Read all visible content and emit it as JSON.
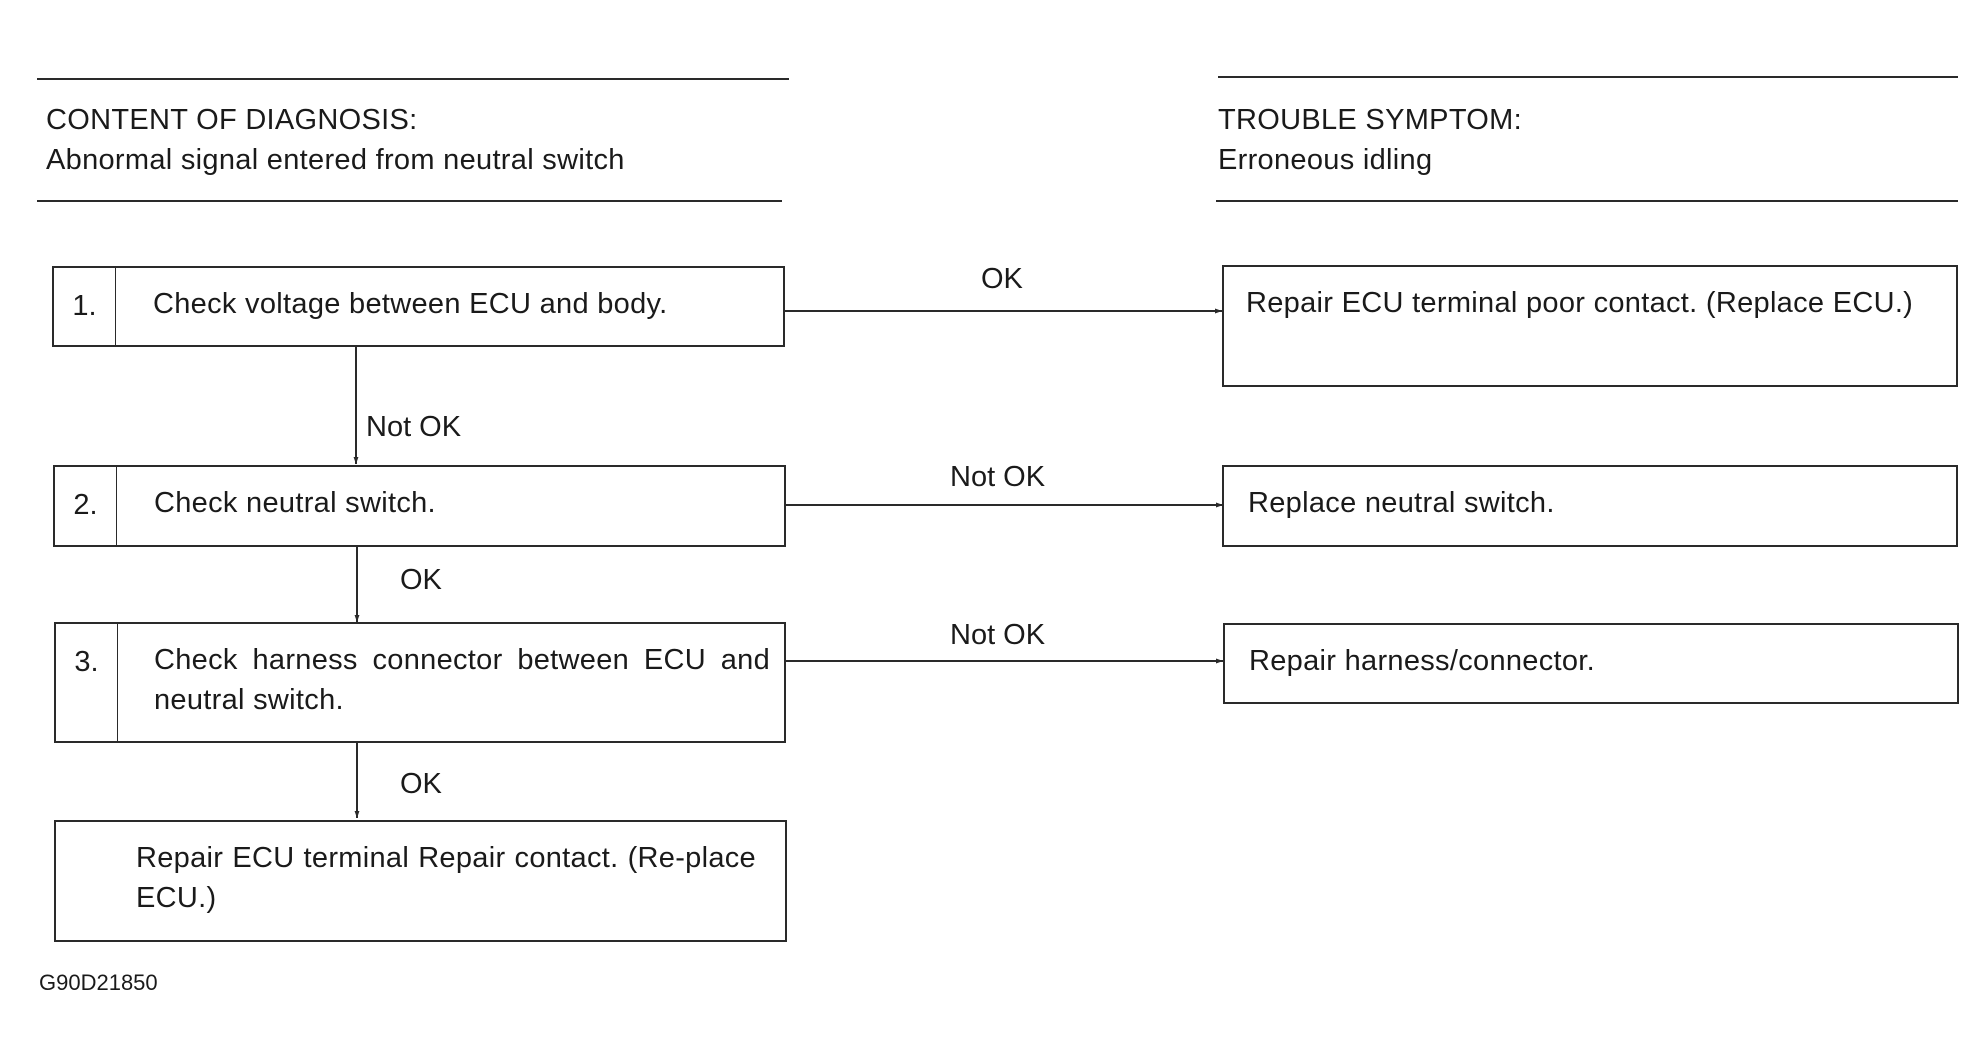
{
  "diagnosis": {
    "title": "CONTENT OF DIAGNOSIS:",
    "description": "Abnormal signal entered from neutral switch"
  },
  "symptom": {
    "title": "TROUBLE SYMPTOM:",
    "description": "Erroneous idling"
  },
  "steps": [
    {
      "number": "1.",
      "text": "Check voltage between ECU and body."
    },
    {
      "number": "2.",
      "text": "Check neutral switch."
    },
    {
      "number": "3.",
      "text": "Check harness connector between ECU and neutral switch."
    }
  ],
  "final_step": {
    "text": "Repair ECU terminal Repair contact. (Re-place ECU.)"
  },
  "results": [
    {
      "text": "Repair ECU terminal poor contact. (Replace ECU.)"
    },
    {
      "text": "Replace neutral switch."
    },
    {
      "text": "Repair harness/connector."
    }
  ],
  "edge_labels": {
    "step1_right": "OK",
    "step1_down": "Not OK",
    "step2_right": "Not OK",
    "step2_down": "OK",
    "step3_right": "Not OK",
    "step3_down": "OK"
  },
  "figure_code": "G90D21850"
}
